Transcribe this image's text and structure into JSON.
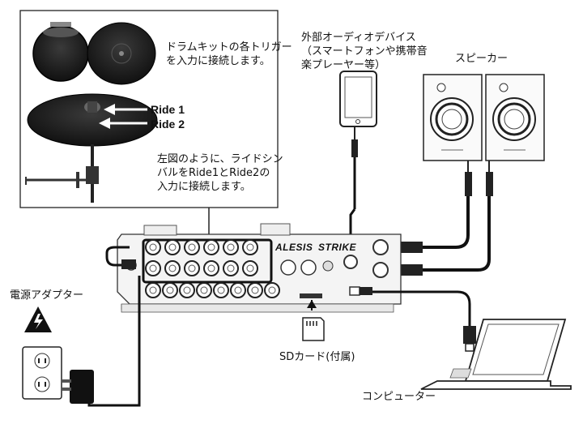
{
  "labels": {
    "trigger_caption": "ドラムキットの各トリガー\nを入力に接続します。",
    "ride1": "Ride 1",
    "ride2": "Ride 2",
    "ride_caption": "左図のように、ライドシン\nバルをRide1とRide2の\n入力に接続します。",
    "external_device": "外部オーディオデバイス\n（スマートフォンや携帯音\n楽プレーヤー等）",
    "speakers": "スピーカー",
    "power_adapter": "電源アダプター",
    "sd_card": "SDカード(付属)",
    "computer": "コンピューター",
    "brand_alesis": "ALESIS",
    "brand_strike": "STRIKE"
  },
  "colors": {
    "line": "#111111",
    "pad": "#1a1a1a",
    "panel": "#f2f2f2"
  }
}
